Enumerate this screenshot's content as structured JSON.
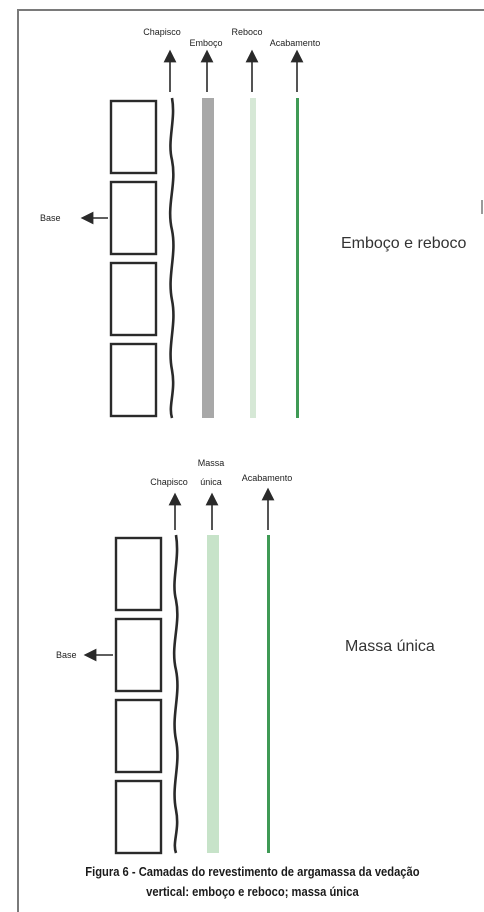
{
  "diagram_top": {
    "side_label": "Emboço e reboco",
    "base_label": "Base",
    "layers": {
      "chapisco": "Chapisco",
      "emboco": "Emboço",
      "reboco": "Reboco",
      "acabamento": "Acabamento"
    }
  },
  "diagram_bottom": {
    "side_label": "Massa única",
    "base_label": "Base",
    "layers": {
      "chapisco": "Chapisco",
      "massa_line1": "Massa",
      "massa_line2": "única",
      "acabamento": "Acabamento"
    }
  },
  "caption": {
    "line1": "Figura 6 - Camadas do revestimento de argamassa da vedação",
    "line2": "vertical: emboço e reboco; massa única"
  },
  "colors": {
    "line": "#2a2a2a",
    "emboco": "#a8a8a8",
    "reboco": "#d6e8d6",
    "acabamento": "#3f9a55",
    "massa_unica": "#c7e3c9"
  }
}
